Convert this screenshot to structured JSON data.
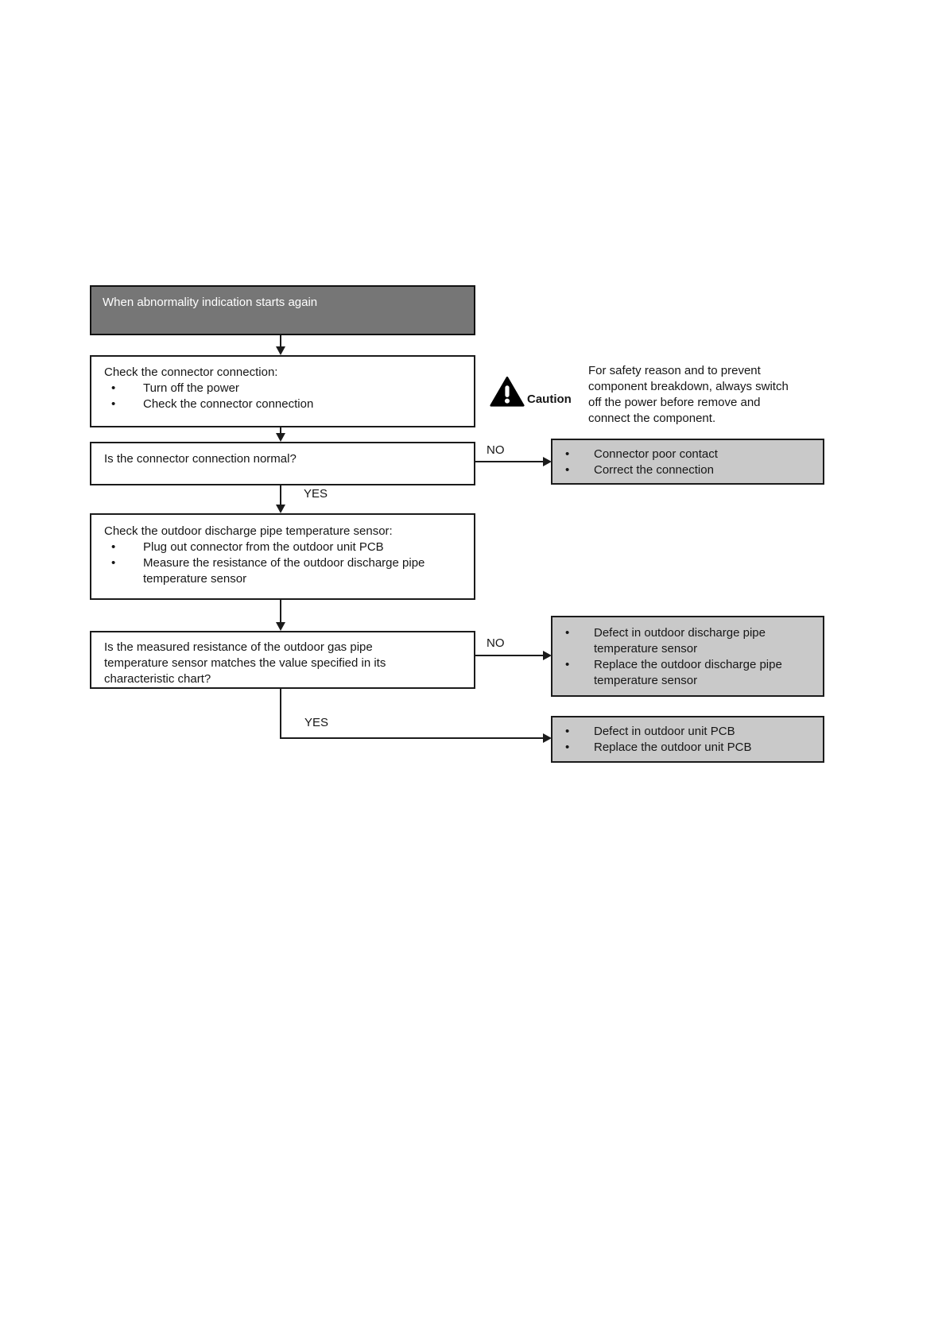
{
  "colors": {
    "dark_box_fill": "#767676",
    "gray_box_fill": "#c9c9c9",
    "box_border": "#1b1b1b",
    "page_background": "#ffffff"
  },
  "ui": {
    "bullet_char": "•"
  },
  "flowchart": {
    "start": {
      "label": "When abnormality indication starts again"
    },
    "check_connector": {
      "title": "Check the connector connection:",
      "bullets": [
        "Turn off the power",
        "Check the connector connection"
      ]
    },
    "caution": {
      "label": "Caution",
      "text": "For safety reason and to prevent component breakdown, always switch off the power before remove and connect the component."
    },
    "q_connector_normal": {
      "text": "Is the connector connection normal?",
      "no_label": "NO",
      "yes_label": "YES"
    },
    "result_connector": {
      "bullets": [
        "Connector poor contact",
        "Correct the connection"
      ]
    },
    "check_sensor": {
      "title": "Check the outdoor discharge pipe temperature sensor:",
      "bullets": [
        "Plug out connector from the outdoor unit PCB",
        "Measure the resistance of the outdoor discharge pipe temperature sensor"
      ]
    },
    "q_resistance_match": {
      "text": "Is the measured resistance of the outdoor gas pipe temperature sensor matches the value specified in its characteristic chart?",
      "no_label": "NO",
      "yes_label": "YES"
    },
    "result_sensor": {
      "bullets": [
        "Defect in outdoor discharge pipe temperature sensor",
        "Replace the outdoor discharge pipe temperature sensor"
      ]
    },
    "result_pcb": {
      "bullets": [
        "Defect in outdoor unit PCB",
        "Replace the outdoor unit PCB"
      ]
    }
  }
}
